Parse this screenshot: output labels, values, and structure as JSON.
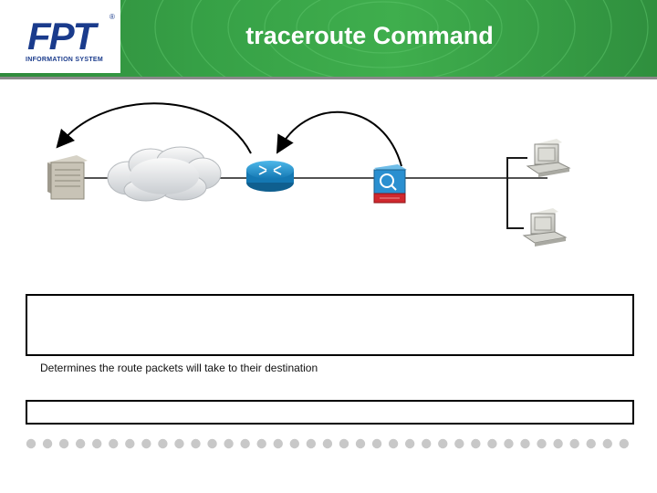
{
  "header": {
    "logo_text": "FPT",
    "logo_subtitle": "INFORMATION SYSTEM",
    "logo_mark": "®",
    "title": "traceroute Command"
  },
  "diagram": {
    "nodes": [
      {
        "id": "server",
        "icon": "server-icon"
      },
      {
        "id": "cloud",
        "icon": "cloud-icon"
      },
      {
        "id": "router",
        "icon": "router-icon"
      },
      {
        "id": "firewall",
        "icon": "firewall-icon"
      },
      {
        "id": "workstation-1",
        "icon": "workstation-icon"
      },
      {
        "id": "workstation-2",
        "icon": "workstation-icon"
      }
    ],
    "colors": {
      "router": "#1f9ad6",
      "firewall_top": "#2a8fd0",
      "firewall_base": "#d0282e",
      "cloud": "#e6e8ea"
    }
  },
  "text": {
    "caption": "Determines the route packets will take to their destination"
  },
  "theme": {
    "header_green": "#36a046",
    "logo_blue": "#1a3b8c"
  }
}
